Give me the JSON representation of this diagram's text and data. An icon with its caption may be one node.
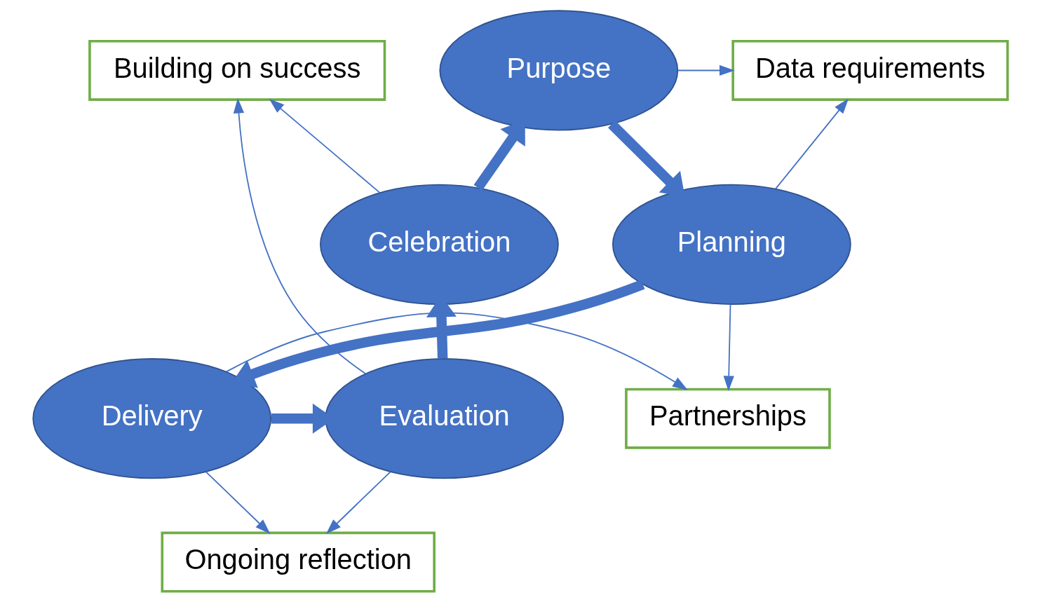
{
  "diagram": {
    "nodes": [
      {
        "text": [
          "Building on success"
        ]
      },
      {
        "text": [
          "Purpose"
        ]
      },
      {
        "text": [
          "Data requirements"
        ]
      },
      {
        "text": [
          "Celebration"
        ]
      },
      {
        "text": [
          "Planning"
        ]
      },
      {
        "text": [
          "Evaluation"
        ]
      },
      {
        "text": [
          "Delivery"
        ]
      },
      {
        "text": [
          "Partnerships"
        ]
      },
      {
        "text": [
          "Ongoing reflection"
        ]
      }
    ],
    "edges": [
      {
        "from": 1,
        "to": 4,
        "arrow": "to",
        "style": "thick"
      },
      {
        "from": 4,
        "to": 6,
        "arrow": "to",
        "style": "thick"
      },
      {
        "from": 6,
        "to": 5,
        "arrow": "to",
        "style": "thick"
      },
      {
        "from": 5,
        "to": 3,
        "arrow": "to",
        "style": "thick"
      },
      {
        "from": 3,
        "to": 1,
        "arrow": "to",
        "style": "thick"
      },
      {
        "from": 1,
        "to": 2,
        "arrow": "to"
      },
      {
        "from": 4,
        "to": 2,
        "arrow": "to"
      },
      {
        "from": 4,
        "to": 7,
        "arrow": "to"
      },
      {
        "from": 6,
        "to": 7,
        "arrow": "to"
      },
      {
        "from": 6,
        "to": 8,
        "arrow": "to"
      },
      {
        "from": 5,
        "to": 8,
        "arrow": "to"
      },
      {
        "from": 3,
        "to": 0,
        "arrow": "to"
      },
      {
        "from": 5,
        "to": 0,
        "arrow": "to"
      }
    ]
  }
}
